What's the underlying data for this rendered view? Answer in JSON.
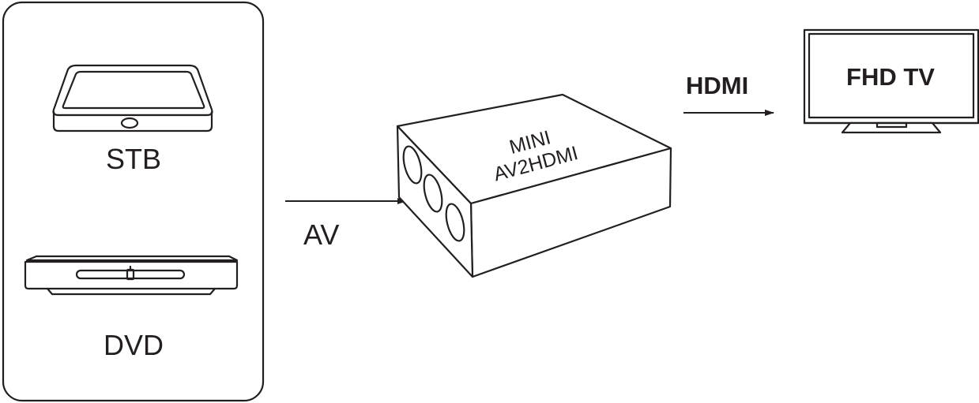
{
  "sources": {
    "stb_label": "STB",
    "dvd_label": "DVD"
  },
  "connections": {
    "input_label": "AV",
    "output_label": "HDMI"
  },
  "converter": {
    "line1": "MINI",
    "line2": "AV2HDMI"
  },
  "display": {
    "label": "FHD TV"
  },
  "colors": {
    "line": "#231f20",
    "background": "#ffffff"
  }
}
